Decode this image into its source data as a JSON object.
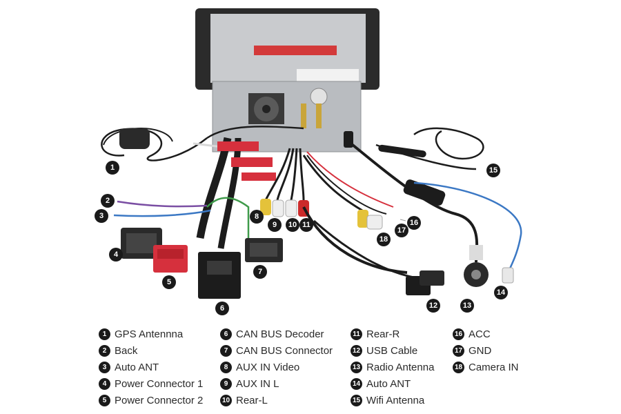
{
  "callouts": [
    "1",
    "2",
    "3",
    "4",
    "5",
    "6",
    "7",
    "8",
    "9",
    "10",
    "11",
    "12",
    "13",
    "14",
    "15",
    "16",
    "17",
    "18"
  ],
  "legend": [
    [
      {
        "num": "1",
        "label": "GPS Antennna"
      },
      {
        "num": "2",
        "label": "Back"
      },
      {
        "num": "3",
        "label": "Auto ANT"
      },
      {
        "num": "4",
        "label": "Power Connector 1"
      },
      {
        "num": "5",
        "label": "Power Connector 2"
      }
    ],
    [
      {
        "num": "6",
        "label": "CAN BUS Decoder"
      },
      {
        "num": "7",
        "label": "CAN BUS Connector"
      },
      {
        "num": "8",
        "label": "AUX IN Video"
      },
      {
        "num": "9",
        "label": "AUX IN L"
      },
      {
        "num": "10",
        "label": "Rear-L"
      }
    ],
    [
      {
        "num": "11",
        "label": "Rear-R"
      },
      {
        "num": "12",
        "label": "USB Cable"
      },
      {
        "num": "13",
        "label": "Radio Antenna"
      },
      {
        "num": "14",
        "label": "Auto ANT"
      },
      {
        "num": "15",
        "label": "Wifi Antenna"
      }
    ],
    [
      {
        "num": "16",
        "label": "ACC"
      },
      {
        "num": "17",
        "label": "GND"
      },
      {
        "num": "18",
        "label": "Camera IN"
      }
    ]
  ],
  "colors": {
    "callout_bg": "#1a1a1a",
    "chassis": "#b9bcc0",
    "connector_red": "#d6303d",
    "wire_blue": "#3b78c4",
    "wire_green": "#3f9a4a",
    "rca_yellow": "#e4c23a",
    "rca_white": "#eeeeee",
    "rca_red": "#cc2b2b",
    "cable_black": "#1c1c1c"
  }
}
